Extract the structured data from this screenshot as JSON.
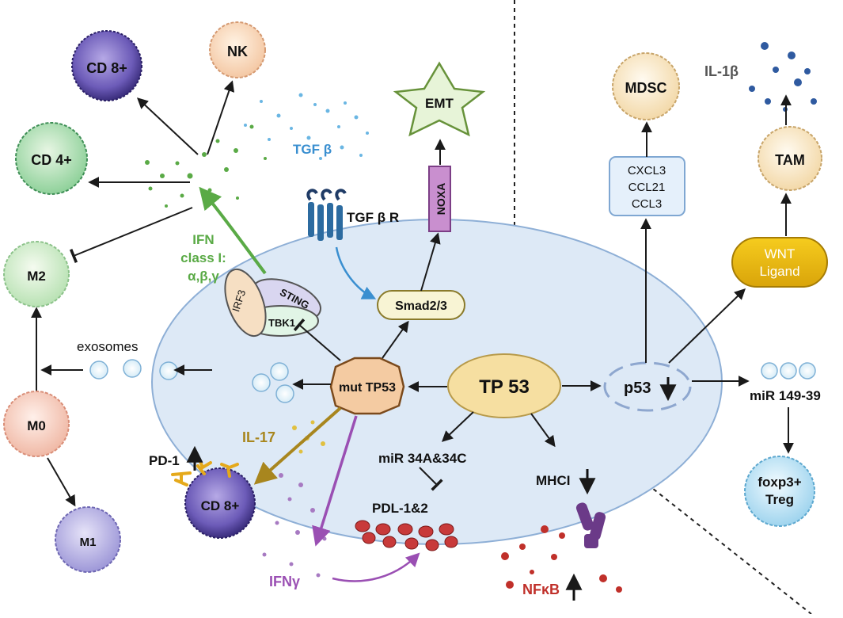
{
  "cells": {
    "cd8_top": "CD 8+",
    "nk": "NK",
    "cd4": "CD 4+",
    "m2": "M2",
    "m0": "M0",
    "m1": "M1",
    "cd8_bottom": "CD 8+",
    "mdsc": "MDSC",
    "tam": "TAM",
    "treg_line1": "foxp3+",
    "treg_line2": "Treg"
  },
  "labels": {
    "emt": "EMT",
    "noxa": "NOXA",
    "tgfb": "TGF β",
    "tgfbr": "TGF β R",
    "smad": "Smad2/3",
    "ifn_line1": "IFN",
    "ifn_line2": "class I:",
    "ifn_line3": "α,β,γ",
    "irf3": "IRF3",
    "sting": "STING",
    "tbk1": "TBK1",
    "exosomes": "exosomes",
    "mut_tp53": "mut TP53",
    "tp53": "TP 53",
    "p53": "p53",
    "il17": "IL-17",
    "pd1": "PD-1",
    "mir34": "miR 34A&34C",
    "pdl": "PDL-1&2",
    "mhci": "MHCI",
    "ifng": "IFNγ",
    "nfkb": "NFκB",
    "mir149": "miR 149-39",
    "il1b": "IL-1β",
    "wnt_line1": "WNT",
    "wnt_line2": "Ligand",
    "cxcl3": "CXCL3",
    "ccl21": "CCL21",
    "ccl3": "CCL3"
  },
  "colors": {
    "cytokine_green": "#5aaa46",
    "tgf_blue": "#3a8fd0",
    "il17_gold": "#a8861e",
    "ifng_purple": "#9a4fb3",
    "nfkb_red": "#c0302a",
    "il1b_navy": "#2f5aa0"
  }
}
